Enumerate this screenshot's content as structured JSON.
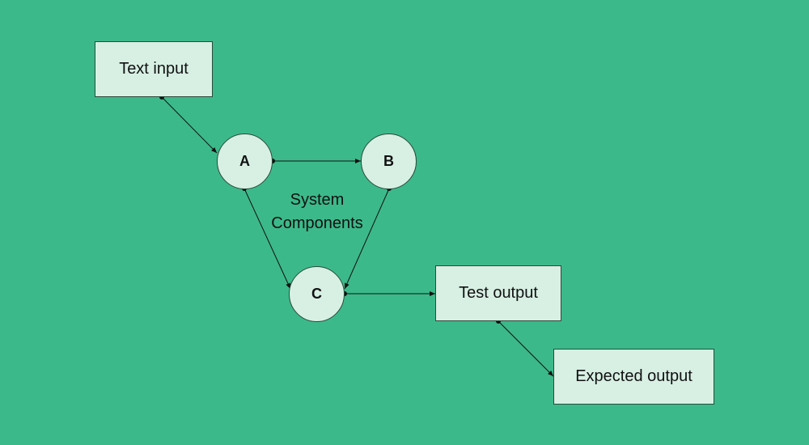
{
  "diagram": {
    "background_color": "#3cb98a",
    "box_fill": "#d8f0e4",
    "nodes": {
      "text_input": "Text input",
      "a": "A",
      "b": "B",
      "c": "C",
      "test_output": "Test output",
      "expected_output": "Expected output"
    },
    "group_label_line1": "System",
    "group_label_line2": "Components",
    "edges": [
      {
        "from": "Text input",
        "to": "A"
      },
      {
        "from": "A",
        "to": "B"
      },
      {
        "from": "A",
        "to": "C"
      },
      {
        "from": "B",
        "to": "C"
      },
      {
        "from": "C",
        "to": "Test output"
      },
      {
        "from": "Test output",
        "to": "Expected output"
      }
    ]
  }
}
